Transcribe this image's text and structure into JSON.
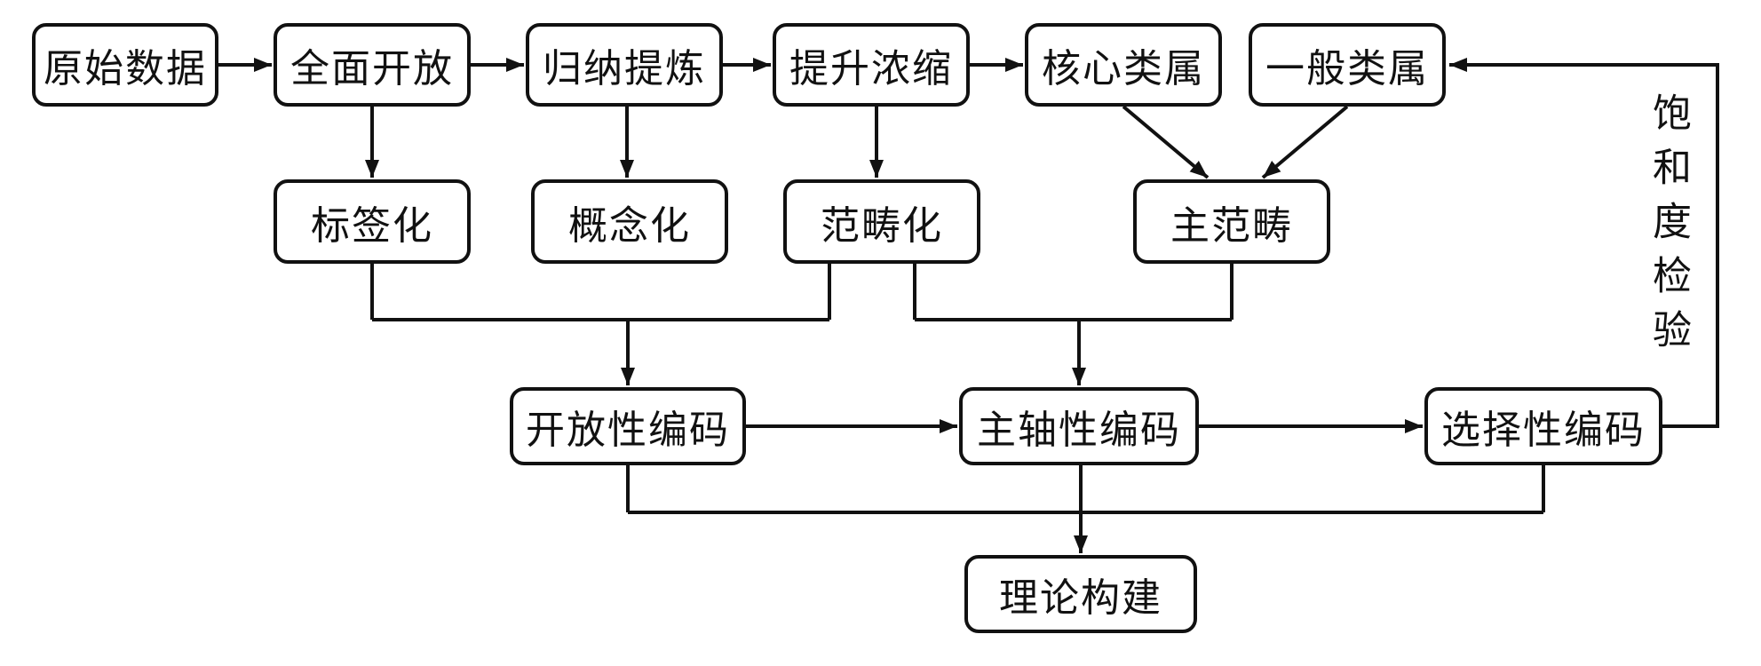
{
  "diagram": {
    "type": "flowchart",
    "language": "zh",
    "nodes": {
      "raw_data": {
        "label": "原始数据"
      },
      "full_open": {
        "label": "全面开放"
      },
      "induce_refine": {
        "label": "归纳提炼"
      },
      "elevate_condense": {
        "label": "提升浓缩"
      },
      "core_category": {
        "label": "核心类属"
      },
      "general_category": {
        "label": "一般类属"
      },
      "labeling": {
        "label": "标签化"
      },
      "conceptualization": {
        "label": "概念化"
      },
      "categorization": {
        "label": "范畴化"
      },
      "main_category": {
        "label": "主范畴"
      },
      "open_coding": {
        "label": "开放性编码"
      },
      "axial_coding": {
        "label": "主轴性编码"
      },
      "selective_coding": {
        "label": "选择性编码"
      },
      "theory_building": {
        "label": "理论构建"
      }
    },
    "labels": {
      "saturation_check": "饱和度检验"
    },
    "edges": [
      "原始数据→全面开放",
      "全面开放→归纳提炼",
      "归纳提炼→提升浓缩",
      "提升浓缩→核心类属",
      "全面开放→标签化",
      "归纳提炼→概念化",
      "提升浓缩→范畴化",
      "核心类属→主范畴",
      "一般类属→主范畴",
      "标签化+范畴化→开放性编码",
      "范畴化+主范畴→主轴性编码",
      "开放性编码→主轴性编码",
      "主轴性编码→选择性编码",
      "开放性编码+主轴性编码+选择性编码→理论构建",
      "选择性编码→一般类属(饱和度检验)"
    ],
    "colors": {
      "line": "#111111",
      "text": "#111111",
      "box_fill": "#ffffff",
      "background": "#ffffff"
    }
  }
}
